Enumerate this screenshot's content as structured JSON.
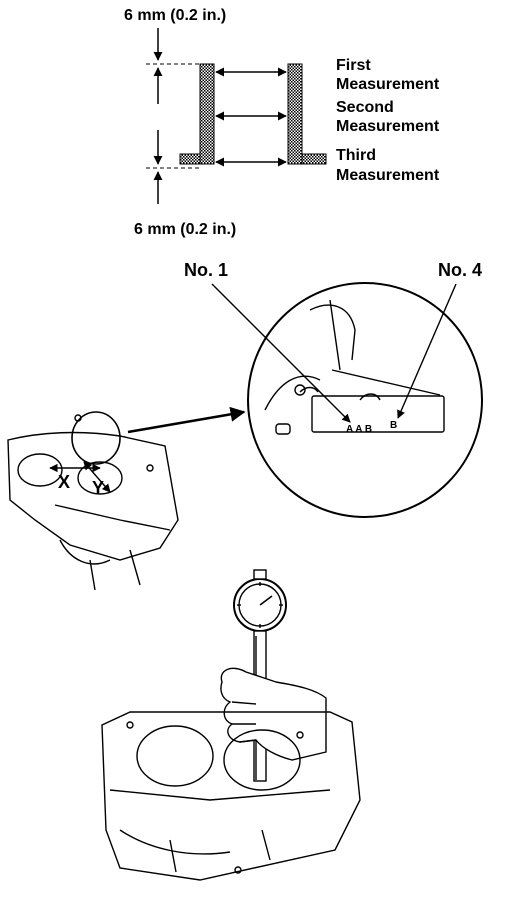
{
  "bore_diagram": {
    "top_dimension": "6 mm (0.2 in.)",
    "bottom_dimension": "6 mm (0.2 in.)",
    "measurements": [
      [
        "First",
        "Measurement"
      ],
      [
        "Second",
        "Measurement"
      ],
      [
        "Third",
        "Measurement"
      ]
    ]
  },
  "block_diagram": {
    "cylinder_no_1": "No. 1",
    "cylinder_no_4": "No. 4",
    "code_letters": "A A B",
    "code_letter_last": "B",
    "axis_x": "X",
    "axis_y": "Y"
  }
}
